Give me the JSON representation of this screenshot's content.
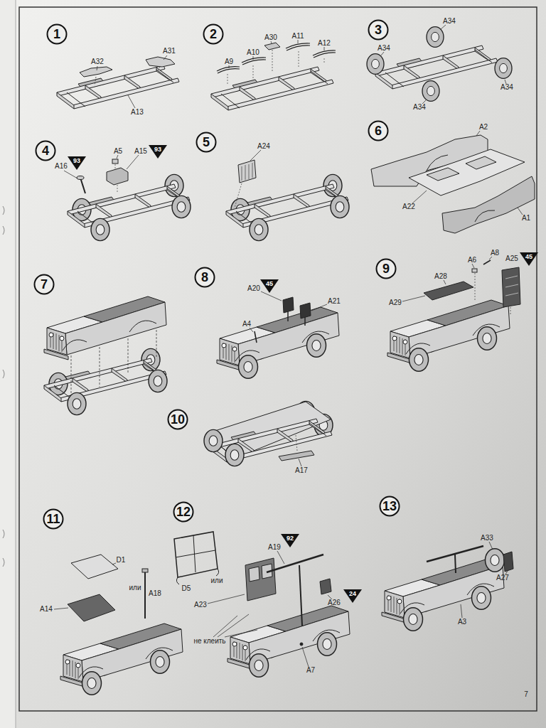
{
  "diagram": {
    "nodes": [
      {
        "text": [
          "1"
        ]
      },
      {
        "text": [
          "2"
        ]
      },
      {
        "text": [
          "3"
        ]
      },
      {
        "text": [
          "4"
        ]
      },
      {
        "text": [
          "93"
        ]
      },
      {
        "text": [
          "93"
        ]
      },
      {
        "text": [
          "5"
        ]
      },
      {
        "text": [
          "6"
        ]
      },
      {
        "text": [
          "7"
        ]
      },
      {
        "text": [
          "8"
        ]
      },
      {
        "text": [
          "45"
        ]
      },
      {
        "text": [
          "9"
        ]
      },
      {
        "text": [
          "45"
        ]
      },
      {
        "text": [
          "10"
        ]
      },
      {
        "text": [
          "11"
        ]
      },
      {
        "text": [
          "12"
        ]
      },
      {
        "text": [
          "92"
        ]
      },
      {
        "text": [
          "24"
        ]
      },
      {
        "text": [
          "13"
        ]
      }
    ],
    "labels": [
      "A32",
      "A31",
      "A13",
      "A9",
      "A30",
      "A11",
      "A12",
      "A10",
      "A34",
      "A34",
      "A34",
      "A34",
      "A16",
      "A5",
      "A15",
      "A24",
      "A2",
      "A22",
      "A1",
      "A20",
      "A21",
      "A4",
      "A6",
      "A8",
      "A25",
      "A28",
      "A29",
      "A17",
      "D1",
      "или",
      "A18",
      "A14",
      "D5",
      "или",
      "A19",
      "A23",
      "A26",
      "не клеить",
      "A7",
      "A33",
      "A27",
      "A3",
      "7"
    ]
  }
}
